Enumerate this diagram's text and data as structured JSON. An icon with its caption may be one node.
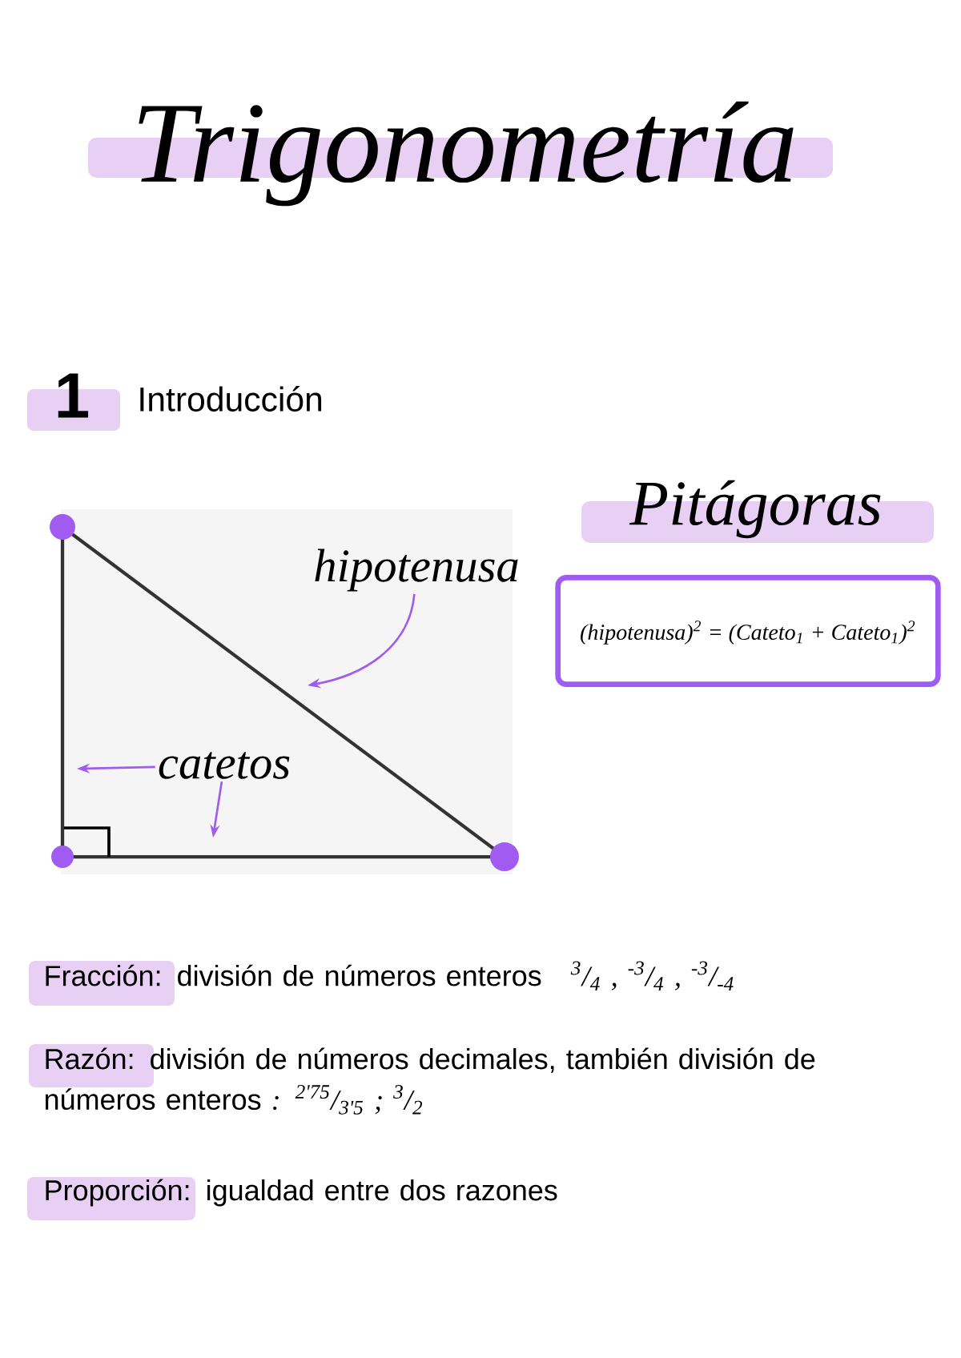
{
  "diagram": {
    "title": "Trigonometría",
    "nodes": [
      {
        "text": [
          "hipotenusa"
        ]
      },
      {
        "text": [
          "catetos"
        ]
      },
      {
        "text": [
          "Pitágoras",
          "(hipotenusa)$^{2}$ = (Cateto$_{1}$ + Cateto$_{1}$)$^{2}$"
        ]
      }
    ],
    "edges": [
      {
        "from": 0,
        "to": null,
        "arrow": "to"
      },
      {
        "from": 1,
        "to": null,
        "arrow": "to"
      },
      {
        "from": 1,
        "to": null,
        "arrow": "to"
      }
    ],
    "labels": [
      "1",
      "Introducción",
      "Fracción:",
      "división de números enteros",
      "$^{3}$/$_{4}$ , $^{-3}$/$_{4}$ , $^{-3}$/$_{-4}$",
      "Razón:",
      "división de números decimales, también división de números enteros",
      ": $^{2'75}$/$_{3'5}$ ; $^{3}$/$_{2}$",
      "Proporción:",
      "igualdad entre dos razones"
    ]
  }
}
